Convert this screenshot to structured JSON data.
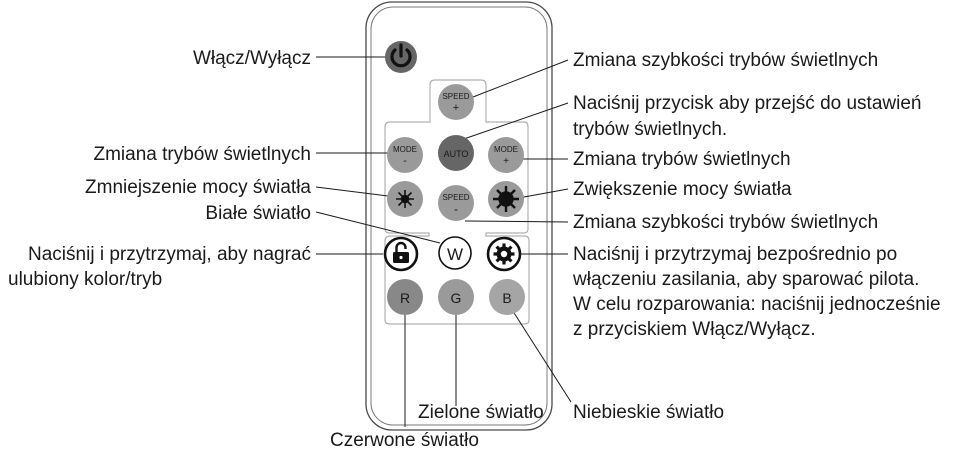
{
  "buttons": {
    "power": {
      "icon": "power-icon"
    },
    "speed_up": {
      "line1": "SPEED",
      "line2": "+"
    },
    "mode_minus": {
      "line1": "MODE",
      "line2": "-"
    },
    "auto": {
      "label": "AUTO"
    },
    "mode_plus": {
      "line1": "MODE",
      "line2": "+"
    },
    "brightness_down": {
      "icon": "sun-small-icon"
    },
    "speed_down": {
      "line1": "SPEED",
      "line2": "-"
    },
    "brightness_up": {
      "icon": "sun-large-icon"
    },
    "lock": {
      "icon": "lock-icon"
    },
    "white": {
      "label": "W"
    },
    "pair": {
      "icon": "gear-icon"
    },
    "red": {
      "label": "R"
    },
    "green": {
      "label": "G"
    },
    "blue": {
      "label": "B"
    }
  },
  "labels": {
    "power": "Włącz/Wyłącz",
    "speed_up": "Zmiana szybkości trybów świetlnych",
    "auto": [
      "Naciśnij przycisk aby przejść do ustawień",
      "trybów świetlnych."
    ],
    "mode_minus": "Zmiana trybów świetlnych",
    "mode_plus": "Zmiana trybów świetlnych",
    "brightness_down": "Zmniejszenie mocy światła",
    "brightness_up": "Zwiększenie mocy światła",
    "white": "Białe światło",
    "speed_down": "Zmiana szybkości trybów świetlnych",
    "lock": [
      "Naciśnij i przytrzymaj, aby nagrać",
      "ulubiony kolor/tryb"
    ],
    "pair": [
      "Naciśnij i przytrzymaj bezpośrednio po",
      "włączeniu zasilania, aby sparować pilota.",
      "W celu rozparowania: naciśnij jednocześnie",
      "z przyciskiem Włącz/Wyłącz."
    ],
    "green": "Zielone światło",
    "blue": "Niebieskie światło",
    "red": "Czerwone światło"
  },
  "colors": {
    "remote_outline": "#4a4a4a",
    "button_gray": "#9a9a9a",
    "button_dark": "#666666",
    "icon_dark": "#111111"
  }
}
